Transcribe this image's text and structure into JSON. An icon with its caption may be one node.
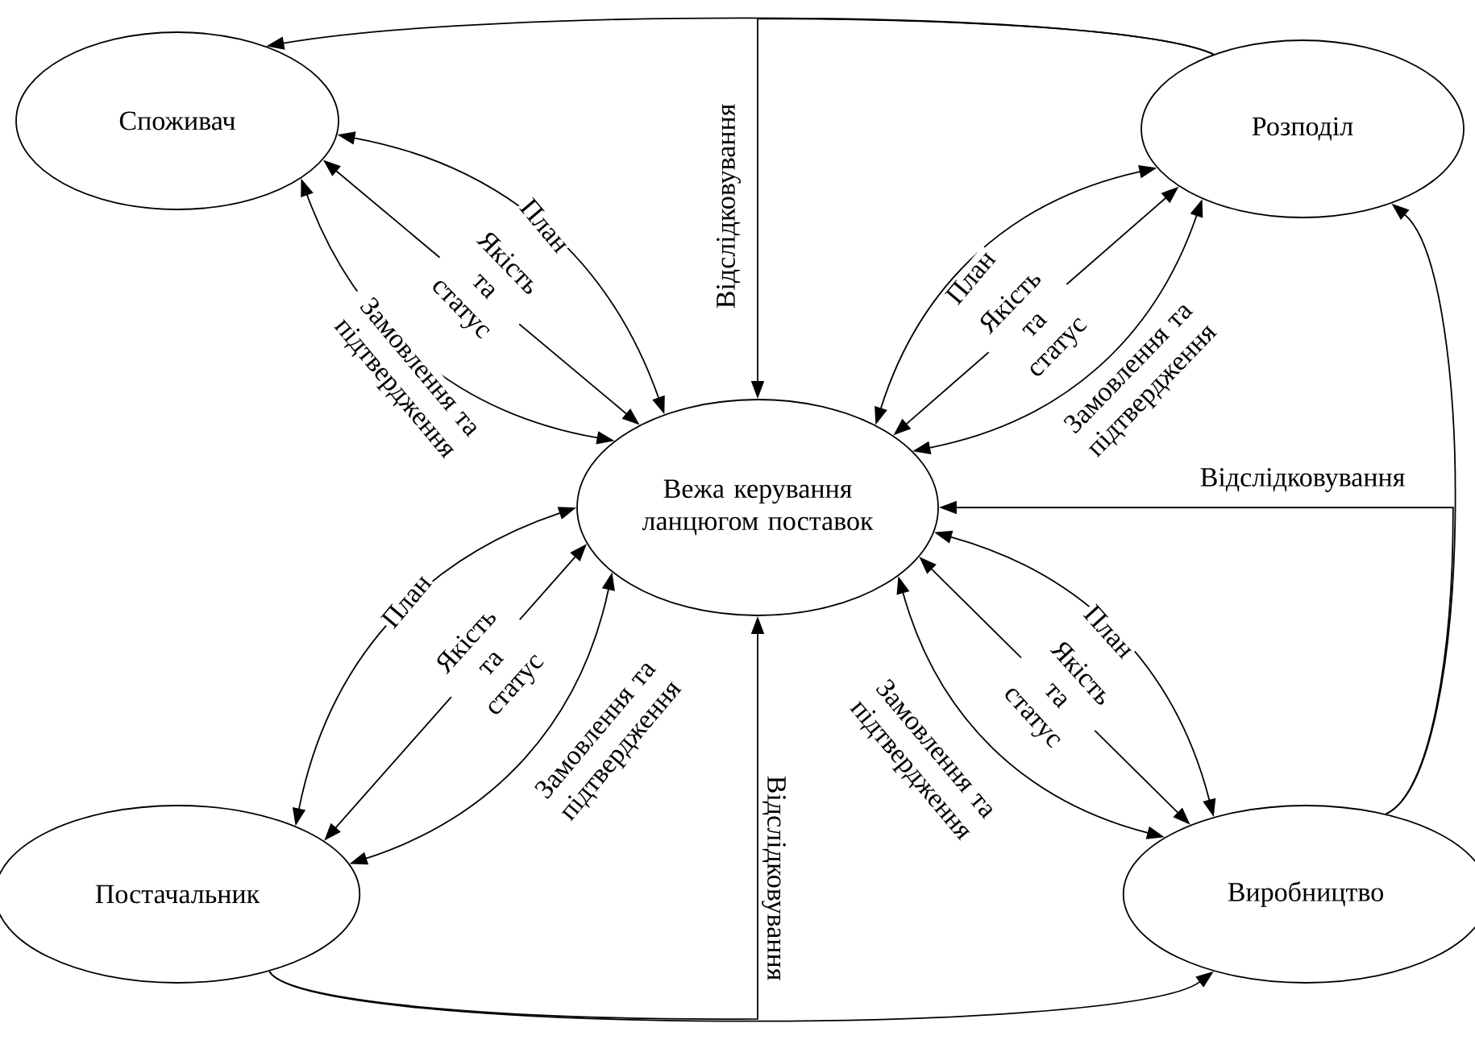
{
  "diagram": {
    "nodes": [
      {
        "text": [
          "Споживач"
        ]
      },
      {
        "text": [
          "Розподіл"
        ]
      },
      {
        "text": [
          "Вежа керування ланцюгом поставок"
        ]
      },
      {
        "text": [
          "Постачальник"
        ]
      },
      {
        "text": [
          "Виробництво"
        ]
      }
    ],
    "edges": [
      {
        "from": 0,
        "to": 2,
        "arrow": "both",
        "label": "План"
      },
      {
        "from": 0,
        "to": 2,
        "arrow": "both",
        "label": "Якість та статус"
      },
      {
        "from": 0,
        "to": 2,
        "arrow": "both",
        "label": "Замовлення та підтвердження"
      },
      {
        "from": 2,
        "to": 1,
        "arrow": "both",
        "label": "План"
      },
      {
        "from": 2,
        "to": 1,
        "arrow": "both",
        "label": "Якість та статус"
      },
      {
        "from": 2,
        "to": 1,
        "arrow": "both",
        "label": "Замовлення та підтвердження"
      },
      {
        "from": 2,
        "to": 3,
        "arrow": "both",
        "label": "План"
      },
      {
        "from": 2,
        "to": 3,
        "arrow": "both",
        "label": "Якість та статус"
      },
      {
        "from": 2,
        "to": 3,
        "arrow": "both",
        "label": "Замовлення та підтвердження"
      },
      {
        "from": 2,
        "to": 4,
        "arrow": "both",
        "label": "План"
      },
      {
        "from": 2,
        "to": 4,
        "arrow": "both",
        "label": "Якість та статус"
      },
      {
        "from": 2,
        "to": 4,
        "arrow": "both",
        "label": "Замовлення та підтвердження"
      },
      {
        "from": 1,
        "to": 0,
        "arrow": "to"
      },
      {
        "from": 1,
        "to": 2,
        "arrow": "to",
        "label": "Відслідковування"
      },
      {
        "from": 4,
        "to": 1,
        "arrow": "to"
      },
      {
        "from": 4,
        "to": 2,
        "arrow": "to",
        "label": "Відслідковування"
      },
      {
        "from": 3,
        "to": 4,
        "arrow": "to"
      },
      {
        "from": 3,
        "to": 2,
        "arrow": "to",
        "label": "Відслідковування"
      }
    ]
  }
}
